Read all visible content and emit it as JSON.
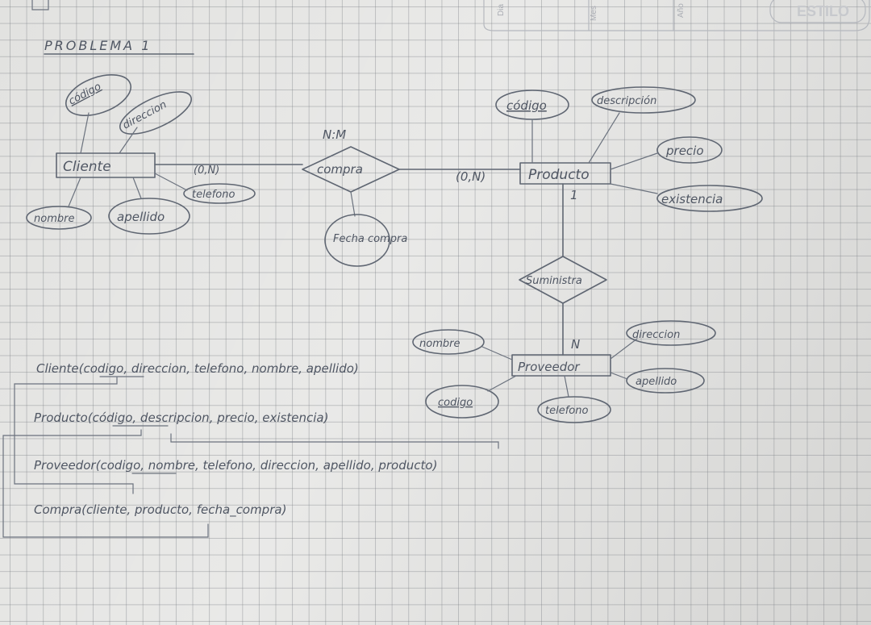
{
  "title": "PROBLEMA 1",
  "header": {
    "tab_labels": [
      "Dia",
      "Mes",
      "Año"
    ],
    "style_label": "ESTILO"
  },
  "entities": {
    "cliente": "Cliente",
    "producto": "Producto",
    "proveedor": "Proveedor"
  },
  "relationships": {
    "compra": "compra",
    "suministra": "Suministra"
  },
  "attributes": {
    "cliente": [
      "código",
      "direccion",
      "nombre",
      "apellido",
      "telefono"
    ],
    "producto": [
      "código",
      "descripción",
      "precio",
      "existencia"
    ],
    "compra": "Fecha compra",
    "proveedor": [
      "nombre",
      "direccion",
      "apellido",
      "codigo",
      "telefono"
    ]
  },
  "cardinalities": {
    "compra_type": "N:M",
    "cliente_side": "(0,N)",
    "producto_side": "(0,N)",
    "producto_suministra": "1",
    "proveedor_suministra": "N"
  },
  "schemas": [
    "Cliente(codigo, direccion, telefono, nombre, apellido)",
    "Producto(código, descripcion, precio, existencia)",
    "Proveedor(codigo, nombre, telefono, direccion, apellido, producto)",
    "Compra(cliente, producto, fecha_compra)"
  ]
}
